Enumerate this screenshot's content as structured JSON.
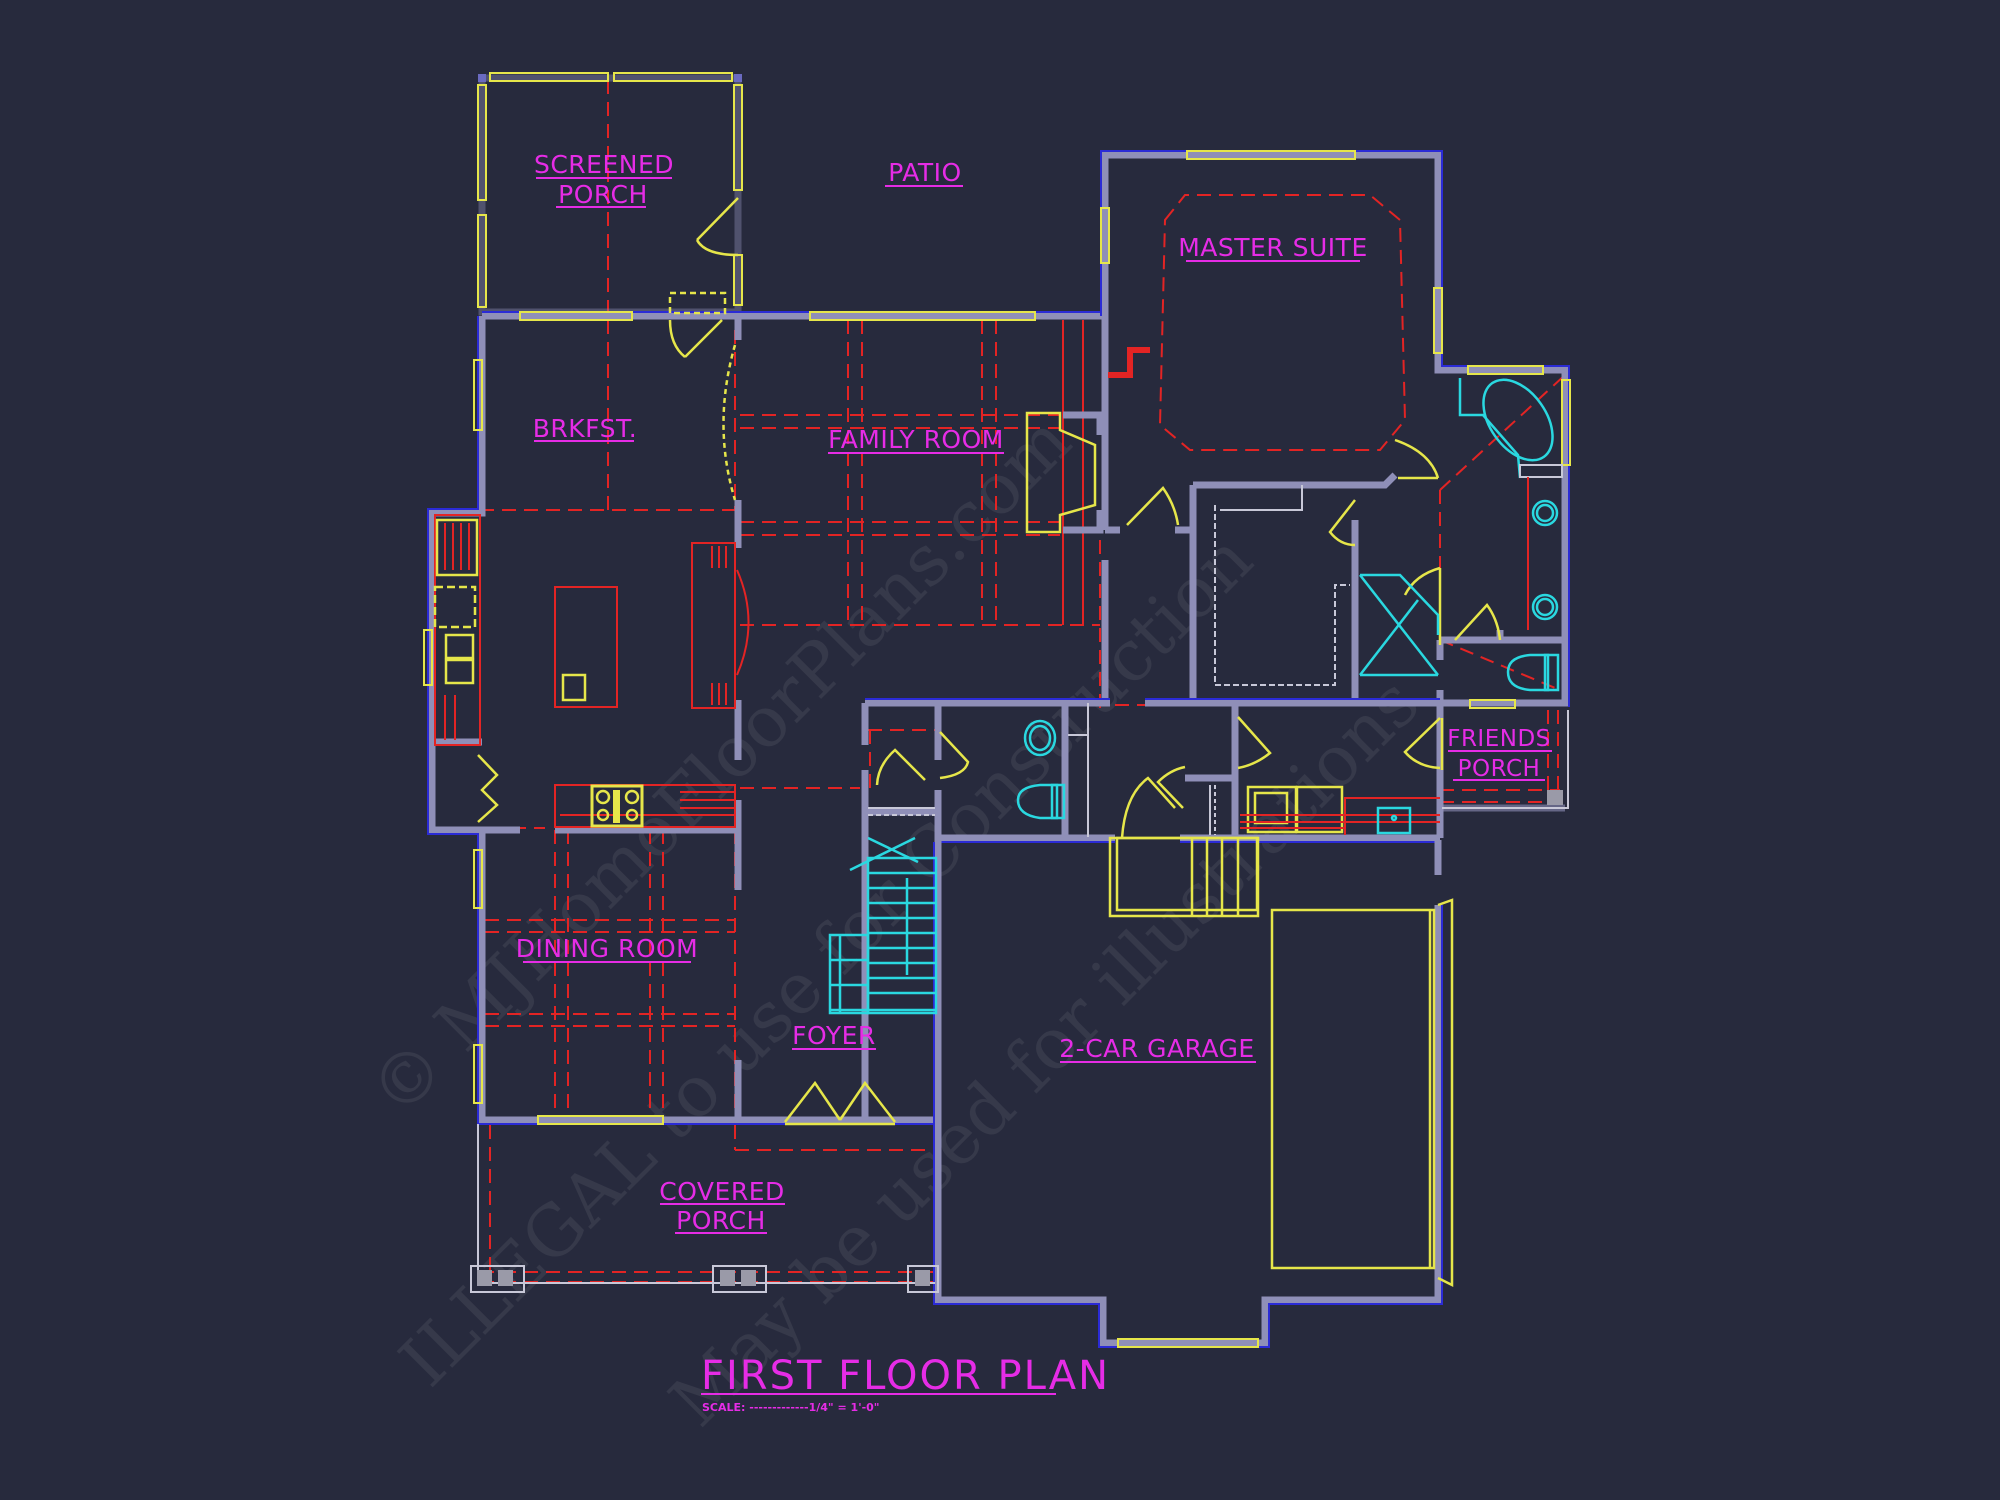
{
  "drawing": {
    "title": "FIRST FLOOR PLAN",
    "scale_label": "SCALE: -------------1/4\" = 1'-0\"",
    "background_color": "#272a3d",
    "colors": {
      "label": "#e62ce6",
      "wall": "#8f8fb8",
      "wall_edge": "#2b2bd6",
      "window_door": "#e6e64a",
      "ceiling_dash": "#e32424",
      "fixture": "#2ad8e0"
    }
  },
  "rooms": [
    {
      "id": "screened-porch",
      "line1": "SCREENED",
      "line2": "PORCH"
    },
    {
      "id": "patio",
      "line1": "PATIO"
    },
    {
      "id": "master-suite",
      "line1": "MASTER SUITE"
    },
    {
      "id": "brkfst",
      "line1": "BRKFST."
    },
    {
      "id": "family-room",
      "line1": "FAMILY ROOM"
    },
    {
      "id": "friends-porch",
      "line1": "FRIENDS",
      "line2": "PORCH"
    },
    {
      "id": "dining-room",
      "line1": "DINING ROOM"
    },
    {
      "id": "foyer",
      "line1": "FOYER"
    },
    {
      "id": "two-car-garage",
      "line1": "2-CAR GARAGE"
    },
    {
      "id": "covered-porch",
      "line1": "COVERED",
      "line2": "PORCH"
    }
  ],
  "watermark": {
    "line1": "© MJHomeFloorPlans.com",
    "line2": "ILLEGAL to use for Construction",
    "line3": "May be used for illustrations"
  }
}
